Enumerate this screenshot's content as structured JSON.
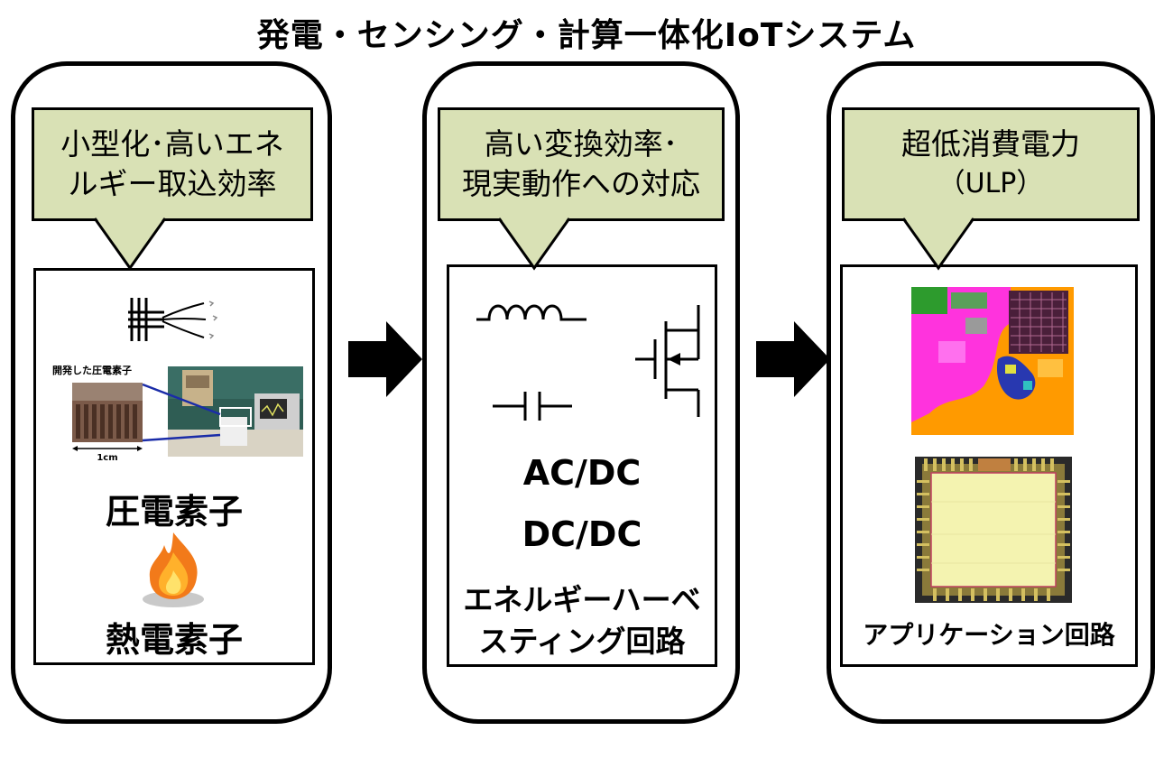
{
  "title": "発電・センシング・計算一体化IoTシステム",
  "panels": [
    {
      "callout": [
        "小型化･高いエネ",
        "ルギー取込効率"
      ],
      "photo_caption": "開発した圧電素子",
      "scale_label": "1cm",
      "label_1": "圧電素子",
      "label_2": "熱電素子"
    },
    {
      "callout": [
        "高い変換効率･",
        "現実動作への対応"
      ],
      "label_1": "AC/DC",
      "label_2": "DC/DC",
      "label_3": [
        "エネルギーハーベ",
        "スティング回路"
      ]
    },
    {
      "callout": [
        "超低消費電力",
        "（ULP）"
      ],
      "label_1": "アプリケーション回路"
    }
  ],
  "colors": {
    "callout_bg": "#d9e1b5",
    "border": "#000000",
    "chip_magenta": "#ff33dd",
    "chip_orange": "#ff9a00",
    "chip_yellow": "#f4f3b0"
  }
}
